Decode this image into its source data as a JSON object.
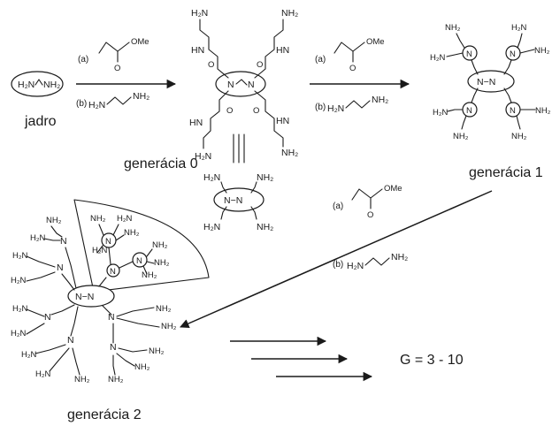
{
  "labels": {
    "core": "jadro",
    "gen0": "generácia 0",
    "gen1": "generácia 1",
    "gen2": "generácia 2",
    "range": "G = 3 - 10"
  },
  "reagents": {
    "step_a": "(a)",
    "step_b": "(b)",
    "ester": "OMe",
    "carbonyl_o": "O",
    "amine_left": "H₂N",
    "amine_right": "NH₂"
  },
  "groups": {
    "nh2": "NH₂",
    "h2n": "H₂N",
    "amide": "HN",
    "amide_o": "O",
    "n": "N",
    "n_n": "N−N"
  },
  "colors": {
    "ink": "#1a1a1a",
    "background": "#ffffff"
  }
}
